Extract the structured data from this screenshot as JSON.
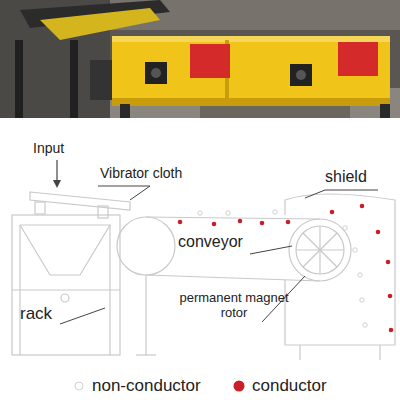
{
  "diagram": {
    "labels": [
      "Input",
      "Vibrator cloth",
      "shield",
      "conveyor",
      "rack",
      "permanent magnet rotor"
    ],
    "legend": [
      {
        "text": "non-conductor"
      },
      {
        "text": "conductor",
        "color": "#c8202a"
      }
    ]
  }
}
